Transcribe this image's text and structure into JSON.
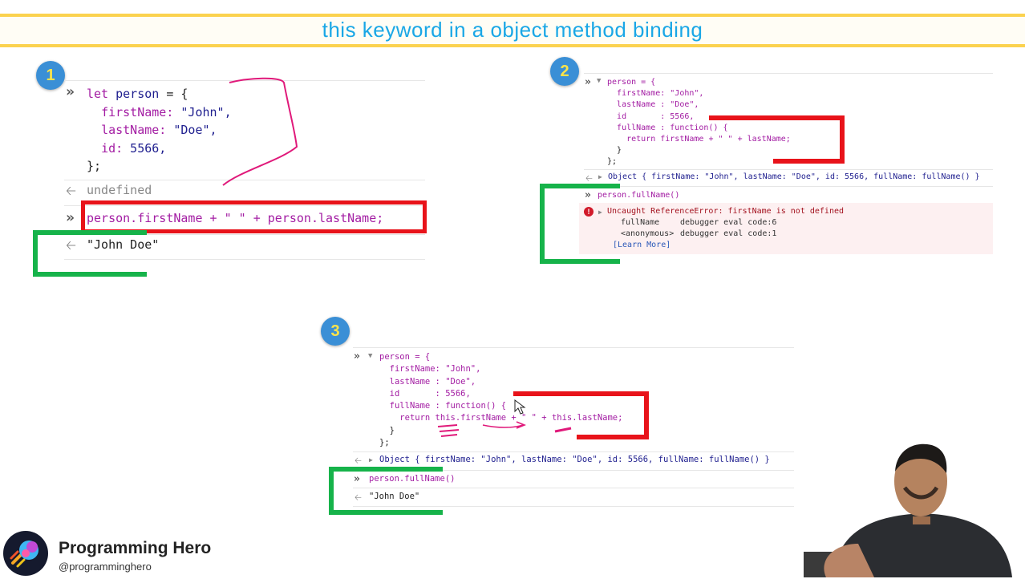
{
  "title": "this keyword in a object method binding",
  "badges": [
    "1",
    "2",
    "3"
  ],
  "panel1": {
    "prompt": "»",
    "line1a": "let",
    "line1b": "person",
    "line1c": " = {",
    "line2a": "firstName:",
    "line2b": " \"John\",",
    "line3a": "lastName:",
    "line3b": " \"Doe\",",
    "line4a": "id:",
    "line4b": " 5566,",
    "line5": "};",
    "result1": "undefined",
    "expr": "person.firstName + \" \" + person.lastName;",
    "result2": "\"John Doe\""
  },
  "panel2": {
    "l1": "person = {",
    "l2": "firstName: \"John\",",
    "l3": "lastName : \"Doe\",",
    "l4": "id       : 5566,",
    "l5": "fullName : function() {",
    "l6": "return firstName + \" \" + lastName;",
    "l7": "}",
    "l8": "};",
    "obj": "Object { firstName: \"John\", lastName: \"Doe\", id: 5566, fullName: fullName() }",
    "call": "person.fullName()",
    "err": "Uncaught ReferenceError: firstName is not defined",
    "stack1a": "fullName",
    "stack1b": "debugger eval code:6",
    "stack2a": "<anonymous>",
    "stack2b": "debugger eval code:1",
    "learn": "[Learn More]"
  },
  "panel3": {
    "l1": "person = {",
    "l2": "firstName: \"John\",",
    "l3": "lastName : \"Doe\",",
    "l4": "id       : 5566,",
    "l5": "fullName : function() {",
    "l6": "return this.firstName + \" \" + this.lastName;",
    "l7": "}",
    "l8": "};",
    "obj": "Object { firstName: \"John\", lastName: \"Doe\", id: 5566, fullName: fullName() }",
    "call": "person.fullName()",
    "result": "\"John Doe\""
  },
  "brand": {
    "name": "Programming Hero",
    "handle": "@programminghero"
  },
  "colors": {
    "title": "#1aa7e6",
    "badge": "#3a8fd6",
    "highlight_red": "#e8131a",
    "highlight_green": "#16b34a",
    "annotation_pink": "#e0197a"
  }
}
